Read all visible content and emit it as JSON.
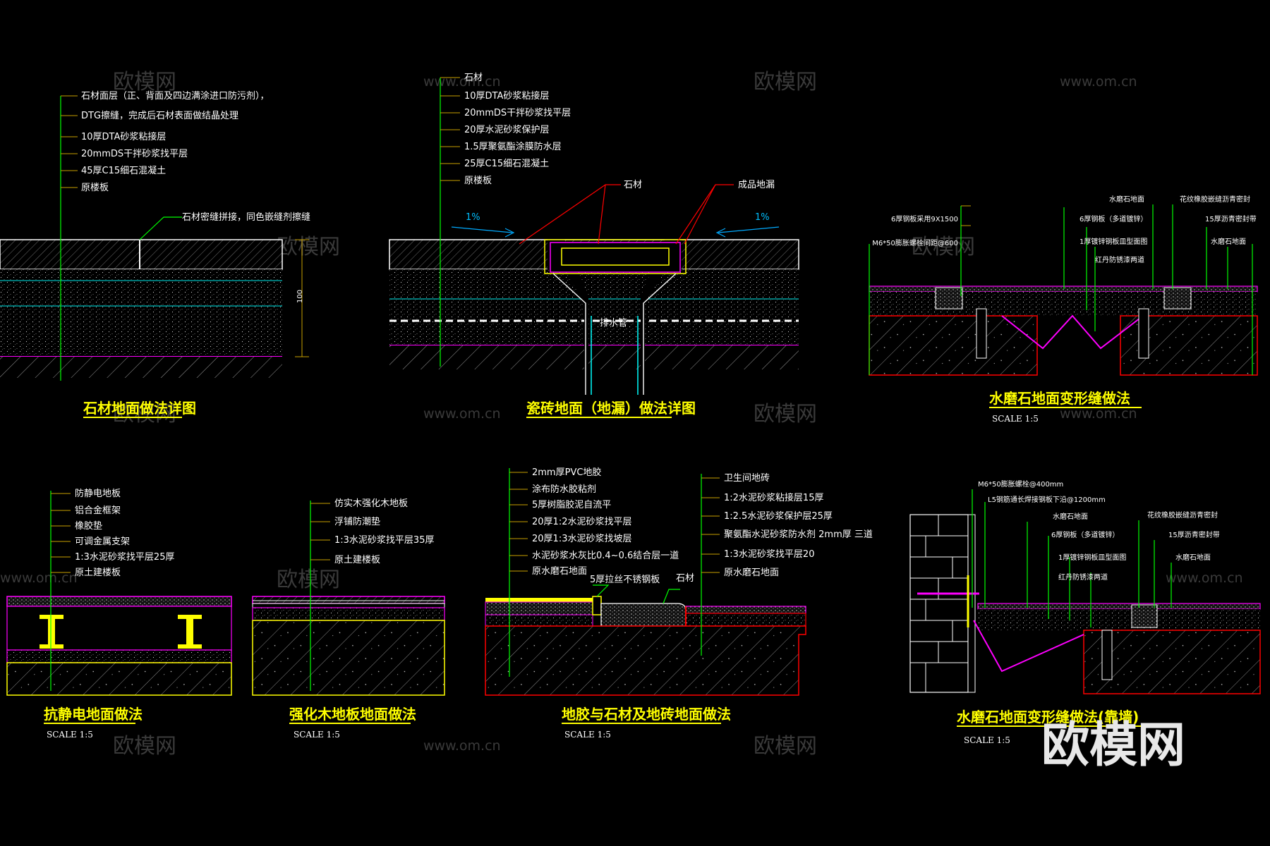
{
  "watermark": {
    "text": "欧模网",
    "url": "www.om.cn"
  },
  "brand": "欧模网",
  "details": {
    "stone": {
      "title": "石材地面做法详图",
      "layers": [
        "石材面层（正、背面及四边满涂进口防污剂），",
        "DTG擦缝，完成后石材表面做结晶处理",
        "10厚DTA砂浆粘接层",
        "20mmDS干拌砂浆找平层",
        "45厚C15细石混凝土",
        "原楼板"
      ],
      "note": "石材密缝拼接，同色嵌缝剂擦缝",
      "dim": "100"
    },
    "drain": {
      "title": "瓷砖地面（地漏）做法详图",
      "layers": [
        "石材",
        "10厚DTA砂浆粘接层",
        "20mmDS干拌砂浆找平层",
        "20厚水泥砂浆保护层",
        "1.5厚聚氨酯涂膜防水层",
        "25厚C15细石混凝土",
        "原楼板"
      ],
      "callout_stone": "石材",
      "callout_drain": "成品地漏",
      "slope_left": "1%",
      "slope_right": "1%",
      "pipe": "排水管"
    },
    "terrazzo": {
      "title": "水磨石地面变形缝做法",
      "scale": "SCALE 1:5",
      "labels_left": [
        "6厚钢板采用9X1500",
        "M6*50膨胀螺栓间距@600"
      ],
      "labels_mid": [
        "6厚钢板（多道镀锌）",
        "1厚镀锌钢板皿型面图",
        "红丹防锈漆两道"
      ],
      "labels_right": [
        "水磨石地面",
        "花纹橡胶嵌缝沥青密封",
        "15厚沥青密封带",
        "水磨石地面"
      ]
    },
    "antistatic": {
      "title": "抗静电地面做法",
      "scale": "SCALE 1:5",
      "layers": [
        "防静电地板",
        "铝合金框架",
        "橡胶垫",
        "可调金属支架",
        "1:3水泥砂浆找平层25厚",
        "原土建楼板"
      ]
    },
    "laminate": {
      "title": "强化木地板地面做法",
      "scale": "SCALE 1:5",
      "layers": [
        "仿实木强化木地板",
        "浮铺防潮垫",
        "1:3水泥砂浆找平层35厚",
        "原土建楼板"
      ]
    },
    "pvc": {
      "title": "地胶与石材及地砖地面做法",
      "scale": "SCALE 1:5",
      "layers_left": [
        "2mm厚PVC地胶",
        "涂布防水胶粘剂",
        "5厚树脂胶泥自流平",
        "20厚1:2水泥砂浆找平层",
        "20厚1:3水泥砂浆找坡层",
        "水泥砂浆水灰比0.4~0.6结合层一道",
        "原水磨石地面"
      ],
      "layers_right": [
        "卫生间地砖",
        "1:2水泥砂浆粘接层15厚",
        "1:2.5水泥砂浆保护层25厚",
        "聚氨酯水泥砂浆防水剂 2mm厚 三道",
        "1:3水泥砂浆找平层20",
        "原水磨石地面"
      ],
      "strip": "5厚拉丝不锈钢板",
      "stone": "石材"
    },
    "wall": {
      "title": "水磨石地面变形缝做法(靠墙)",
      "scale": "SCALE 1:5",
      "labels": [
        "M6*50膨胀螺栓@400mm",
        "L5钢筋通长焊接钢板下沿@1200mm",
        "水磨石地面",
        "6厚钢板（多道镀锌）",
        "1厚镀锌钢板皿型面图",
        "红丹防锈漆两道",
        "花纹橡胶嵌缝沥青密封",
        "15厚沥青密封带",
        "水磨石地面"
      ]
    }
  },
  "colors": {
    "bg": "#000000",
    "leader": "#00ff00",
    "text": "#ffffff",
    "title": "#ffff00",
    "magenta": "#ff00ff",
    "red": "#ff0000",
    "cyan": "#00ffff"
  }
}
